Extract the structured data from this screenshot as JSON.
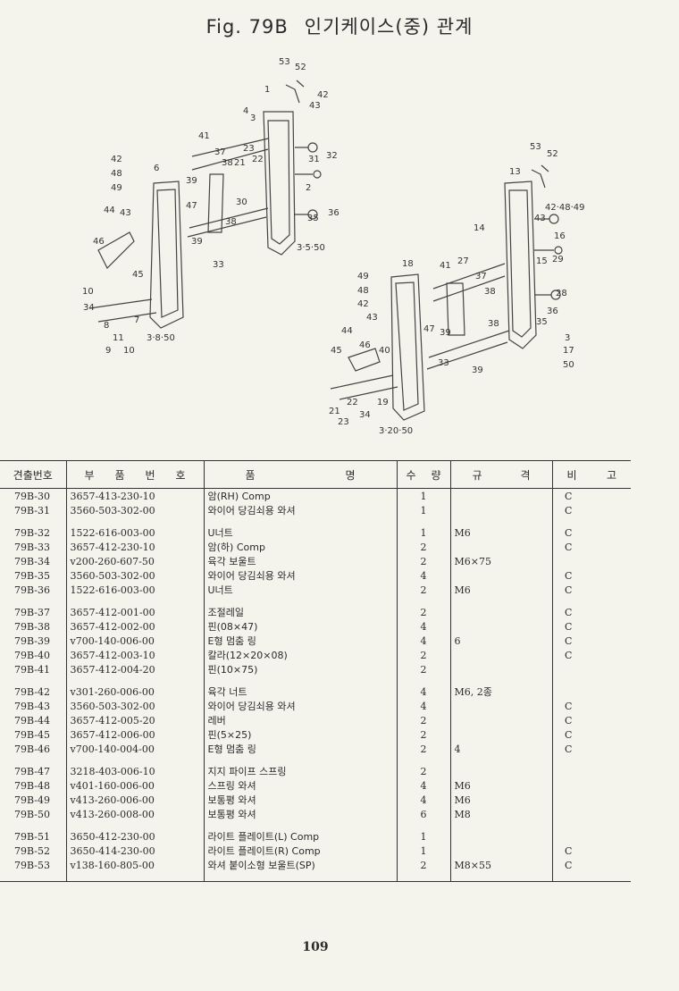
{
  "title": {
    "fig": "Fig. 79B",
    "text": "인기케이스(중) 관계"
  },
  "callouts": {
    "left": [
      "53",
      "52",
      "1",
      "42",
      "43",
      "4",
      "3",
      "41",
      "23",
      "37",
      "38",
      "21",
      "22",
      "31",
      "32",
      "42",
      "48",
      "49",
      "6",
      "39",
      "2",
      "47",
      "30",
      "44",
      "43",
      "38",
      "35",
      "36",
      "46",
      "39",
      "3·5·50",
      "33",
      "45",
      "10",
      "34",
      "7",
      "8",
      "11",
      "3·8·50",
      "9",
      "10"
    ],
    "right": [
      "53",
      "52",
      "13",
      "42·48·49",
      "14",
      "43",
      "16",
      "15",
      "29",
      "18",
      "41",
      "27",
      "37",
      "49",
      "48",
      "42",
      "38",
      "28",
      "43",
      "36",
      "35",
      "44",
      "47",
      "39",
      "38",
      "3",
      "45",
      "46",
      "40",
      "33",
      "17",
      "50",
      "39",
      "21",
      "22",
      "34",
      "19",
      "23",
      "3·20·50"
    ]
  },
  "table": {
    "headers": {
      "col1": [
        "견출번호"
      ],
      "col2": [
        "부",
        "품",
        "번",
        "호"
      ],
      "col3": [
        "품",
        "명"
      ],
      "col4": [
        "수",
        "량"
      ],
      "col5": [
        "규",
        "격"
      ],
      "col6": [
        "비",
        "고"
      ]
    },
    "rows": [
      {
        "ref": "79B-30",
        "part": "3657-413-230-10",
        "name": "암(RH) Comp",
        "qty": "1",
        "spec": "",
        "note": "C"
      },
      {
        "ref": "79B-31",
        "part": "3560-503-302-00",
        "name": "와이어 당김쇠용 와셔",
        "qty": "1",
        "spec": "",
        "note": "C"
      },
      {
        "ref": "79B-32",
        "part": "1522-616-003-00",
        "name": "U너트",
        "qty": "1",
        "spec": "M6",
        "note": "C"
      },
      {
        "ref": "79B-33",
        "part": "3657-412-230-10",
        "name": "암(하) Comp",
        "qty": "2",
        "spec": "",
        "note": "C"
      },
      {
        "ref": "79B-34",
        "part": "v200-260-607-50",
        "name": "육각 보울트",
        "qty": "2",
        "spec": "M6×75",
        "note": ""
      },
      {
        "ref": "79B-35",
        "part": "3560-503-302-00",
        "name": "와이어 당김쇠용 와셔",
        "qty": "4",
        "spec": "",
        "note": "C"
      },
      {
        "ref": "79B-36",
        "part": "1522-616-003-00",
        "name": "U너트",
        "qty": "2",
        "spec": "M6",
        "note": "C"
      },
      {
        "ref": "79B-37",
        "part": "3657-412-001-00",
        "name": "조절레일",
        "qty": "2",
        "spec": "",
        "note": "C"
      },
      {
        "ref": "79B-38",
        "part": "3657-412-002-00",
        "name": "핀(08×47)",
        "qty": "4",
        "spec": "",
        "note": "C"
      },
      {
        "ref": "79B-39",
        "part": "v700-140-006-00",
        "name": "E형 멈춤 링",
        "qty": "4",
        "spec": "6",
        "note": "C"
      },
      {
        "ref": "79B-40",
        "part": "3657-412-003-10",
        "name": "칼라(12×20×08)",
        "qty": "2",
        "spec": "",
        "note": "C"
      },
      {
        "ref": "79B-41",
        "part": "3657-412-004-20",
        "name": "핀(10×75)",
        "qty": "2",
        "spec": "",
        "note": ""
      },
      {
        "ref": "79B-42",
        "part": "v301-260-006-00",
        "name": "육각 너트",
        "qty": "4",
        "spec": "M6, 2종",
        "note": ""
      },
      {
        "ref": "79B-43",
        "part": "3560-503-302-00",
        "name": "와이어 당김쇠용 와셔",
        "qty": "4",
        "spec": "",
        "note": "C"
      },
      {
        "ref": "79B-44",
        "part": "3657-412-005-20",
        "name": "레버",
        "qty": "2",
        "spec": "",
        "note": "C"
      },
      {
        "ref": "79B-45",
        "part": "3657-412-006-00",
        "name": "핀(5×25)",
        "qty": "2",
        "spec": "",
        "note": "C"
      },
      {
        "ref": "79B-46",
        "part": "v700-140-004-00",
        "name": "E형 멈춤 링",
        "qty": "2",
        "spec": "4",
        "note": "C"
      },
      {
        "ref": "79B-47",
        "part": "3218-403-006-10",
        "name": "지지 파이프 스프링",
        "qty": "2",
        "spec": "",
        "note": ""
      },
      {
        "ref": "79B-48",
        "part": "v401-160-006-00",
        "name": "스프링 와셔",
        "qty": "4",
        "spec": "M6",
        "note": ""
      },
      {
        "ref": "79B-49",
        "part": "v413-260-006-00",
        "name": "보통평 와셔",
        "qty": "4",
        "spec": "M6",
        "note": ""
      },
      {
        "ref": "79B-50",
        "part": "v413-260-008-00",
        "name": "보통평 와셔",
        "qty": "6",
        "spec": "M8",
        "note": ""
      },
      {
        "ref": "79B-51",
        "part": "3650-412-230-00",
        "name": "라이트 플레이트(L) Comp",
        "qty": "1",
        "spec": "",
        "note": ""
      },
      {
        "ref": "79B-52",
        "part": "3650-414-230-00",
        "name": "라이트 플레이트(R) Comp",
        "qty": "1",
        "spec": "",
        "note": "C"
      },
      {
        "ref": "79B-53",
        "part": "v138-160-805-00",
        "name": "와셔 붙이소형 보울트(SP)",
        "qty": "2",
        "spec": "M8×55",
        "note": "C"
      }
    ]
  },
  "page_number": "109"
}
